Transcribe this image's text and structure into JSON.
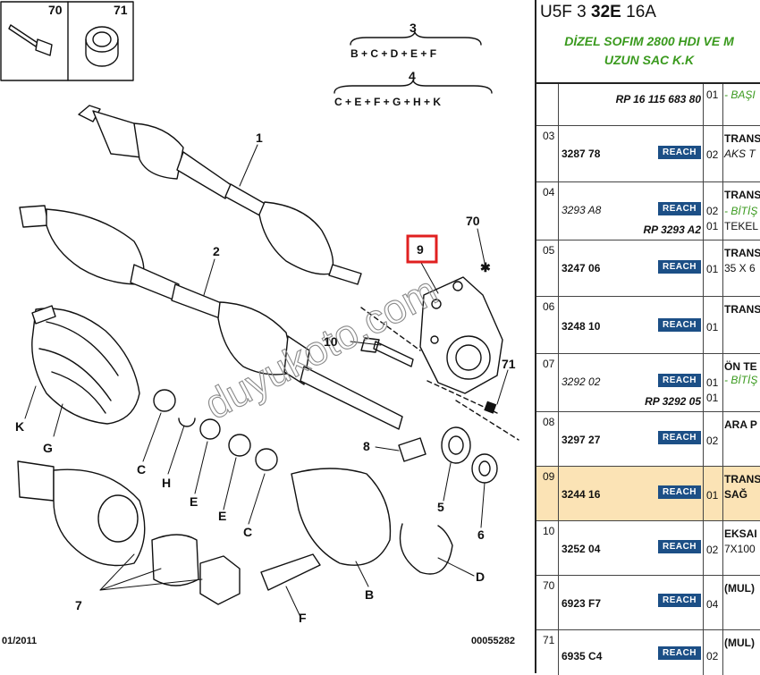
{
  "diagram": {
    "callouts": {
      "c70": "70",
      "c71": "71",
      "n1": "1",
      "n2": "2",
      "n9": "9",
      "n70": "70",
      "n10": "10",
      "n71": "71",
      "n8": "8",
      "n5": "5",
      "n6": "6",
      "n7": "7",
      "lK": "K",
      "lG": "G",
      "lC1": "C",
      "lH": "H",
      "lE1": "E",
      "lE2": "E",
      "lC2": "C",
      "lB": "B",
      "lD": "D",
      "lF": "F"
    },
    "formula_3": {
      "number": "3",
      "text": "B + C + D + E + F"
    },
    "formula_4": {
      "number": "4",
      "text": "C + E + F + G + H + K"
    },
    "footer_left": "01/2011",
    "footer_right": "00055282",
    "watermark": "duyukoto.com",
    "highlight_color": "#e02020"
  },
  "panel": {
    "title_prefix": "U5F 3 ",
    "title_bold": "32E",
    "title_suffix": " 16A",
    "subtitle_line1": "DİZEL SOFIM 2800 HDI VE M",
    "subtitle_line2": "UZUN SAC K.K",
    "reach_label": "REACH",
    "rows": [
      {
        "no": "",
        "ref1": "RP 16 115 683 80",
        "qty1": "01",
        "desc1": "- BAŞI"
      },
      {
        "no": "03",
        "ref1": "3287 78",
        "qty1": "02",
        "desc1": "TRANS",
        "desc2": "AKS T"
      },
      {
        "no": "04",
        "ref1": "3293 A8",
        "qty1": "02",
        "ref2": "RP 3293 A2",
        "qty2": "01",
        "desc1": "TRANS",
        "desc2": "- BİTİŞ",
        "desc3": "TEKEL"
      },
      {
        "no": "05",
        "ref1": "3247 06",
        "qty1": "01",
        "desc1": "TRANS",
        "desc2": "35 X 6"
      },
      {
        "no": "06",
        "ref1": "3248 10",
        "qty1": "01",
        "desc1": "TRANS"
      },
      {
        "no": "07",
        "ref1": "3292 02",
        "qty1": "01",
        "ref2": "RP 3292 05",
        "qty2": "01",
        "desc1": "ÖN TE",
        "desc2": "- BİTİŞ"
      },
      {
        "no": "08",
        "ref1": "3297 27",
        "qty1": "02",
        "desc1": "ARA P"
      },
      {
        "no": "09",
        "ref1": "3244 16",
        "qty1": "01",
        "desc1": "TRANS",
        "desc2": "SAĞ"
      },
      {
        "no": "10",
        "ref1": "3252 04",
        "qty1": "02",
        "desc1": "EKSAI",
        "desc2": "7X100"
      },
      {
        "no": "70",
        "ref1": "6923 F7",
        "qty1": "04",
        "desc1": "(MUL)"
      },
      {
        "no": "71",
        "ref1": "6935 C4",
        "qty1": "02",
        "desc1": "(MUL)"
      }
    ]
  },
  "colors": {
    "reach_badge": "#1c4f86",
    "subtitle_green": "#3a9a1e",
    "highlight_row": "#fbe3b5"
  }
}
